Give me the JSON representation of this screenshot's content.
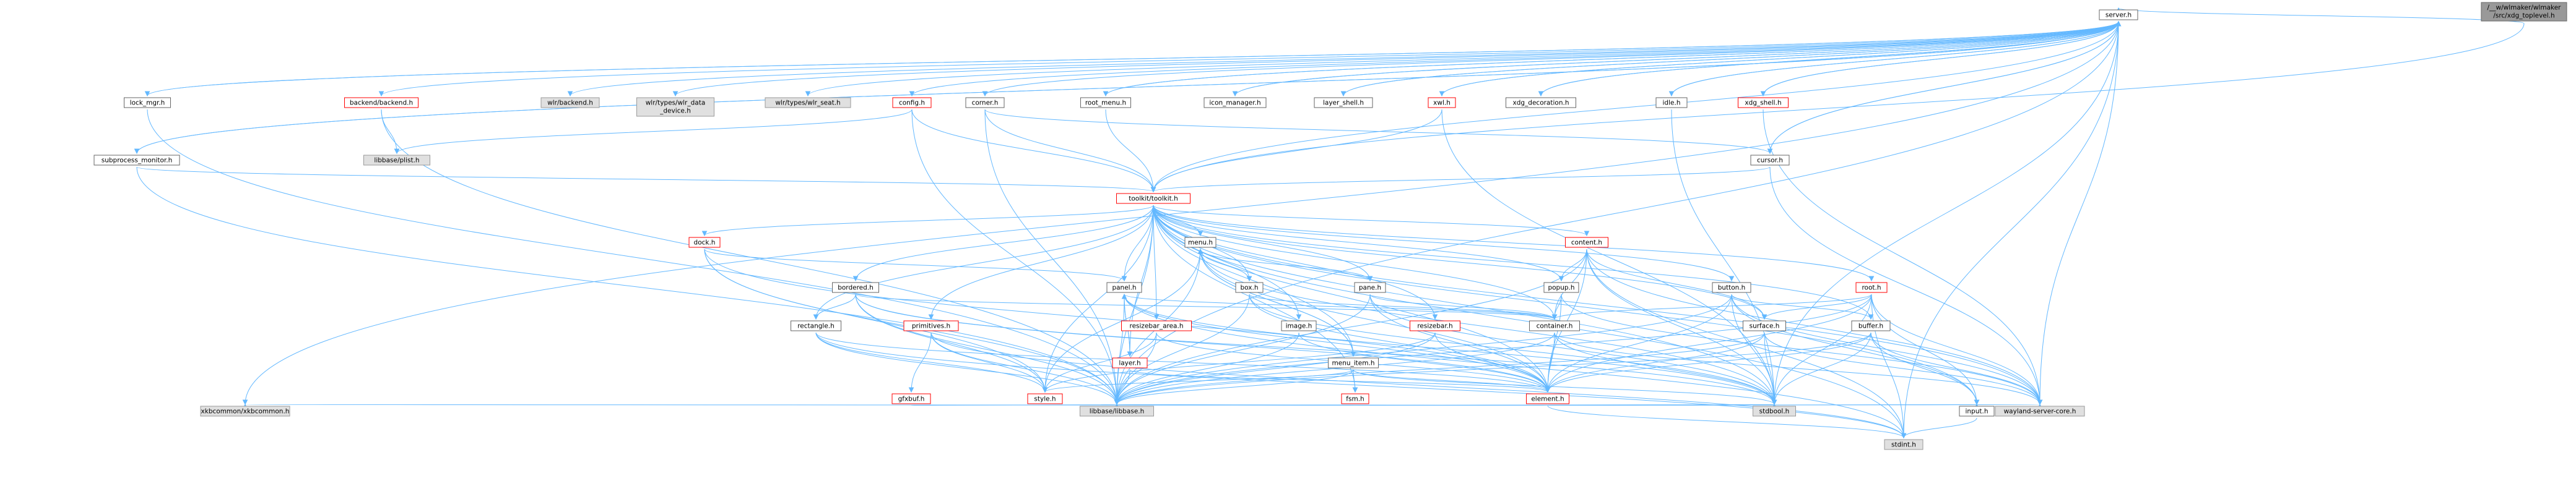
{
  "diagram": {
    "type": "include-dependency-graph",
    "colors": {
      "root_fill": "#999999",
      "node_fill": "#ffffff",
      "node_border": "#666666",
      "truncated_border": "#ff0000",
      "external_fill": "#e0e0e0",
      "external_border": "#999999",
      "edge": "#63b8ff"
    },
    "nodes": [
      {
        "id": "root",
        "lines": [
          "/__w/wlmaker/wlmaker",
          "/src/xdg_toplevel.h"
        ],
        "kind": "root"
      },
      {
        "id": "server",
        "lines": [
          "server.h"
        ],
        "kind": "normal"
      },
      {
        "id": "lock_mgr",
        "lines": [
          "lock_mgr.h"
        ],
        "kind": "normal"
      },
      {
        "id": "backend",
        "lines": [
          "backend/backend.h"
        ],
        "kind": "truncated"
      },
      {
        "id": "wlr_backend",
        "lines": [
          "wlr/backend.h"
        ],
        "kind": "external"
      },
      {
        "id": "wlr_data_device",
        "lines": [
          "wlr/types/wlr_data",
          "_device.h"
        ],
        "kind": "external"
      },
      {
        "id": "wlr_seat",
        "lines": [
          "wlr/types/wlr_seat.h"
        ],
        "kind": "external"
      },
      {
        "id": "config",
        "lines": [
          "config.h"
        ],
        "kind": "truncated"
      },
      {
        "id": "corner",
        "lines": [
          "corner.h"
        ],
        "kind": "normal"
      },
      {
        "id": "root_menu",
        "lines": [
          "root_menu.h"
        ],
        "kind": "normal"
      },
      {
        "id": "icon_manager",
        "lines": [
          "icon_manager.h"
        ],
        "kind": "normal"
      },
      {
        "id": "layer_shell",
        "lines": [
          "layer_shell.h"
        ],
        "kind": "normal"
      },
      {
        "id": "xwl",
        "lines": [
          "xwl.h"
        ],
        "kind": "truncated"
      },
      {
        "id": "xdg_decoration",
        "lines": [
          "xdg_decoration.h"
        ],
        "kind": "normal"
      },
      {
        "id": "idle",
        "lines": [
          "idle.h"
        ],
        "kind": "normal"
      },
      {
        "id": "xdg_shell",
        "lines": [
          "xdg_shell.h"
        ],
        "kind": "truncated"
      },
      {
        "id": "subprocess",
        "lines": [
          "subprocess_monitor.h"
        ],
        "kind": "normal"
      },
      {
        "id": "plist",
        "lines": [
          "libbase/plist.h"
        ],
        "kind": "external"
      },
      {
        "id": "cursor",
        "lines": [
          "cursor.h"
        ],
        "kind": "normal"
      },
      {
        "id": "toolkit",
        "lines": [
          "toolkit/toolkit.h"
        ],
        "kind": "truncated"
      },
      {
        "id": "dock",
        "lines": [
          "dock.h"
        ],
        "kind": "truncated"
      },
      {
        "id": "menu",
        "lines": [
          "menu.h"
        ],
        "kind": "normal"
      },
      {
        "id": "content",
        "lines": [
          "content.h"
        ],
        "kind": "truncated"
      },
      {
        "id": "bordered",
        "lines": [
          "bordered.h"
        ],
        "kind": "normal"
      },
      {
        "id": "panel",
        "lines": [
          "panel.h"
        ],
        "kind": "normal"
      },
      {
        "id": "box",
        "lines": [
          "box.h"
        ],
        "kind": "normal"
      },
      {
        "id": "pane",
        "lines": [
          "pane.h"
        ],
        "kind": "normal"
      },
      {
        "id": "popup",
        "lines": [
          "popup.h"
        ],
        "kind": "normal"
      },
      {
        "id": "button",
        "lines": [
          "button.h"
        ],
        "kind": "normal"
      },
      {
        "id": "root_h",
        "lines": [
          "root.h"
        ],
        "kind": "truncated"
      },
      {
        "id": "rectangle",
        "lines": [
          "rectangle.h"
        ],
        "kind": "normal"
      },
      {
        "id": "primitives",
        "lines": [
          "primitives.h"
        ],
        "kind": "truncated"
      },
      {
        "id": "resizebar_area",
        "lines": [
          "resizebar_area.h"
        ],
        "kind": "truncated"
      },
      {
        "id": "image",
        "lines": [
          "image.h"
        ],
        "kind": "normal"
      },
      {
        "id": "resizebar",
        "lines": [
          "resizebar.h"
        ],
        "kind": "truncated"
      },
      {
        "id": "layer",
        "lines": [
          "layer.h"
        ],
        "kind": "truncated"
      },
      {
        "id": "menu_item",
        "lines": [
          "menu_item.h"
        ],
        "kind": "normal"
      },
      {
        "id": "container",
        "lines": [
          "container.h"
        ],
        "kind": "normal"
      },
      {
        "id": "surface",
        "lines": [
          "surface.h"
        ],
        "kind": "normal"
      },
      {
        "id": "buffer",
        "lines": [
          "buffer.h"
        ],
        "kind": "normal"
      },
      {
        "id": "gfxbuf",
        "lines": [
          "gfxbuf.h"
        ],
        "kind": "truncated"
      },
      {
        "id": "style",
        "lines": [
          "style.h"
        ],
        "kind": "truncated"
      },
      {
        "id": "fsm",
        "lines": [
          "fsm.h"
        ],
        "kind": "truncated"
      },
      {
        "id": "element",
        "lines": [
          "element.h"
        ],
        "kind": "truncated"
      },
      {
        "id": "xkbcommon",
        "lines": [
          "xkbcommon/xkbcommon.h"
        ],
        "kind": "external"
      },
      {
        "id": "libbase",
        "lines": [
          "libbase/libbase.h"
        ],
        "kind": "external"
      },
      {
        "id": "stdbool",
        "lines": [
          "stdbool.h"
        ],
        "kind": "external"
      },
      {
        "id": "input",
        "lines": [
          "input.h"
        ],
        "kind": "normal"
      },
      {
        "id": "wayland",
        "lines": [
          "wayland-server-core.h"
        ],
        "kind": "external"
      },
      {
        "id": "stdint",
        "lines": [
          "stdint.h"
        ],
        "kind": "external"
      }
    ],
    "edges": [
      [
        "root",
        "server"
      ],
      [
        "root",
        "toolkit"
      ],
      [
        "server",
        "lock_mgr"
      ],
      [
        "server",
        "backend"
      ],
      [
        "server",
        "wlr_backend"
      ],
      [
        "server",
        "wlr_data_device"
      ],
      [
        "server",
        "wlr_seat"
      ],
      [
        "server",
        "config"
      ],
      [
        "server",
        "corner"
      ],
      [
        "server",
        "root_menu"
      ],
      [
        "server",
        "icon_manager"
      ],
      [
        "server",
        "layer_shell"
      ],
      [
        "server",
        "xwl"
      ],
      [
        "server",
        "xdg_decoration"
      ],
      [
        "server",
        "idle"
      ],
      [
        "server",
        "xdg_shell"
      ],
      [
        "server",
        "subprocess"
      ],
      [
        "server",
        "cursor"
      ],
      [
        "server",
        "toolkit"
      ],
      [
        "server",
        "libbase"
      ],
      [
        "server",
        "xkbcommon"
      ],
      [
        "server",
        "wayland"
      ],
      [
        "server",
        "stdint"
      ],
      [
        "server",
        "stdbool"
      ],
      [
        "lock_mgr",
        "server"
      ],
      [
        "lock_mgr",
        "libbase"
      ],
      [
        "backend",
        "plist"
      ],
      [
        "backend",
        "libbase"
      ],
      [
        "config",
        "plist"
      ],
      [
        "config",
        "toolkit"
      ],
      [
        "config",
        "libbase"
      ],
      [
        "corner",
        "cursor"
      ],
      [
        "corner",
        "libbase"
      ],
      [
        "corner",
        "toolkit"
      ],
      [
        "root_menu",
        "toolkit"
      ],
      [
        "root_menu",
        "server"
      ],
      [
        "icon_manager",
        "server"
      ],
      [
        "layer_shell",
        "server"
      ],
      [
        "xwl",
        "server"
      ],
      [
        "xwl",
        "toolkit"
      ],
      [
        "xwl",
        "stdbool"
      ],
      [
        "xdg_decoration",
        "server"
      ],
      [
        "idle",
        "server"
      ],
      [
        "idle",
        "stdbool"
      ],
      [
        "xdg_shell",
        "server"
      ],
      [
        "xdg_shell",
        "wayland"
      ],
      [
        "subprocess",
        "server"
      ],
      [
        "subprocess",
        "toolkit"
      ],
      [
        "subprocess",
        "libbase"
      ],
      [
        "cursor",
        "server"
      ],
      [
        "cursor",
        "toolkit"
      ],
      [
        "cursor",
        "wayland"
      ],
      [
        "toolkit",
        "dock"
      ],
      [
        "toolkit",
        "menu"
      ],
      [
        "toolkit",
        "content"
      ],
      [
        "toolkit",
        "bordered"
      ],
      [
        "toolkit",
        "panel"
      ],
      [
        "toolkit",
        "box"
      ],
      [
        "toolkit",
        "pane"
      ],
      [
        "toolkit",
        "popup"
      ],
      [
        "toolkit",
        "button"
      ],
      [
        "toolkit",
        "root_h"
      ],
      [
        "toolkit",
        "rectangle"
      ],
      [
        "toolkit",
        "primitives"
      ],
      [
        "toolkit",
        "resizebar_area"
      ],
      [
        "toolkit",
        "image"
      ],
      [
        "toolkit",
        "resizebar"
      ],
      [
        "toolkit",
        "layer"
      ],
      [
        "toolkit",
        "menu_item"
      ],
      [
        "toolkit",
        "container"
      ],
      [
        "toolkit",
        "surface"
      ],
      [
        "toolkit",
        "buffer"
      ],
      [
        "toolkit",
        "style"
      ],
      [
        "toolkit",
        "fsm"
      ],
      [
        "toolkit",
        "element"
      ],
      [
        "toolkit",
        "input"
      ],
      [
        "toolkit",
        "libbase"
      ],
      [
        "toolkit",
        "stdbool"
      ],
      [
        "toolkit",
        "wayland"
      ],
      [
        "toolkit",
        "stdint"
      ],
      [
        "dock",
        "panel"
      ],
      [
        "dock",
        "element"
      ],
      [
        "dock",
        "libbase"
      ],
      [
        "dock",
        "style"
      ],
      [
        "menu",
        "box"
      ],
      [
        "menu",
        "menu_item"
      ],
      [
        "menu",
        "pane"
      ],
      [
        "menu",
        "element"
      ],
      [
        "menu",
        "style"
      ],
      [
        "menu",
        "libbase"
      ],
      [
        "menu",
        "stdbool"
      ],
      [
        "content",
        "popup"
      ],
      [
        "content",
        "container"
      ],
      [
        "content",
        "surface"
      ],
      [
        "content",
        "element"
      ],
      [
        "content",
        "libbase"
      ],
      [
        "content",
        "stdbool"
      ],
      [
        "content",
        "wayland"
      ],
      [
        "content",
        "stdint"
      ],
      [
        "bordered",
        "rectangle"
      ],
      [
        "bordered",
        "container"
      ],
      [
        "bordered",
        "element"
      ],
      [
        "bordered",
        "style"
      ],
      [
        "bordered",
        "libbase"
      ],
      [
        "bordered",
        "stdbool"
      ],
      [
        "panel",
        "container"
      ],
      [
        "panel",
        "layer"
      ],
      [
        "panel",
        "element"
      ],
      [
        "panel",
        "libbase"
      ],
      [
        "panel",
        "stdbool"
      ],
      [
        "panel",
        "stdint"
      ],
      [
        "box",
        "container"
      ],
      [
        "box",
        "element"
      ],
      [
        "box",
        "libbase"
      ],
      [
        "box",
        "stdbool"
      ],
      [
        "pane",
        "container"
      ],
      [
        "pane",
        "element"
      ],
      [
        "pane",
        "stdbool"
      ],
      [
        "pane",
        "libbase"
      ],
      [
        "popup",
        "container"
      ],
      [
        "popup",
        "element"
      ],
      [
        "popup",
        "wayland"
      ],
      [
        "button",
        "buffer"
      ],
      [
        "button",
        "element"
      ],
      [
        "button",
        "input"
      ],
      [
        "button",
        "libbase"
      ],
      [
        "button",
        "stdbool"
      ],
      [
        "button",
        "wayland"
      ],
      [
        "root_h",
        "container"
      ],
      [
        "root_h",
        "element"
      ],
      [
        "root_h",
        "surface"
      ],
      [
        "root_h",
        "input"
      ],
      [
        "root_h",
        "libbase"
      ],
      [
        "root_h",
        "stdbool"
      ],
      [
        "root_h",
        "wayland"
      ],
      [
        "root_h",
        "stdint"
      ],
      [
        "rectangle",
        "element"
      ],
      [
        "rectangle",
        "style"
      ],
      [
        "rectangle",
        "libbase"
      ],
      [
        "rectangle",
        "stdint"
      ],
      [
        "primitives",
        "gfxbuf"
      ],
      [
        "primitives",
        "style"
      ],
      [
        "primitives",
        "libbase"
      ],
      [
        "primitives",
        "stdint"
      ],
      [
        "resizebar_area",
        "element"
      ],
      [
        "resizebar_area",
        "style"
      ],
      [
        "resizebar_area",
        "libbase"
      ],
      [
        "image",
        "element"
      ],
      [
        "image",
        "libbase"
      ],
      [
        "resizebar",
        "element"
      ],
      [
        "resizebar",
        "style"
      ],
      [
        "resizebar",
        "libbase"
      ],
      [
        "layer",
        "panel"
      ],
      [
        "layer",
        "element"
      ],
      [
        "layer",
        "libbase"
      ],
      [
        "menu_item",
        "menu"
      ],
      [
        "menu_item",
        "element"
      ],
      [
        "menu_item",
        "fsm"
      ],
      [
        "menu_item",
        "style"
      ],
      [
        "menu_item",
        "libbase"
      ],
      [
        "menu_item",
        "stdbool"
      ],
      [
        "container",
        "element"
      ],
      [
        "container",
        "libbase"
      ],
      [
        "container",
        "stdbool"
      ],
      [
        "container",
        "wayland"
      ],
      [
        "surface",
        "element"
      ],
      [
        "surface",
        "libbase"
      ],
      [
        "surface",
        "wayland"
      ],
      [
        "surface",
        "stdbool"
      ],
      [
        "buffer",
        "element"
      ],
      [
        "buffer",
        "input"
      ],
      [
        "buffer",
        "libbase"
      ],
      [
        "buffer",
        "stdbool"
      ],
      [
        "buffer",
        "wayland"
      ],
      [
        "gfxbuf",
        "libbase"
      ],
      [
        "fsm",
        "libbase"
      ],
      [
        "fsm",
        "stdbool"
      ],
      [
        "element",
        "libbase"
      ],
      [
        "element",
        "stdbool"
      ],
      [
        "element",
        "wayland"
      ],
      [
        "element",
        "input"
      ],
      [
        "element",
        "stdint"
      ],
      [
        "element",
        "xkbcommon"
      ],
      [
        "input",
        "stdint"
      ]
    ]
  }
}
